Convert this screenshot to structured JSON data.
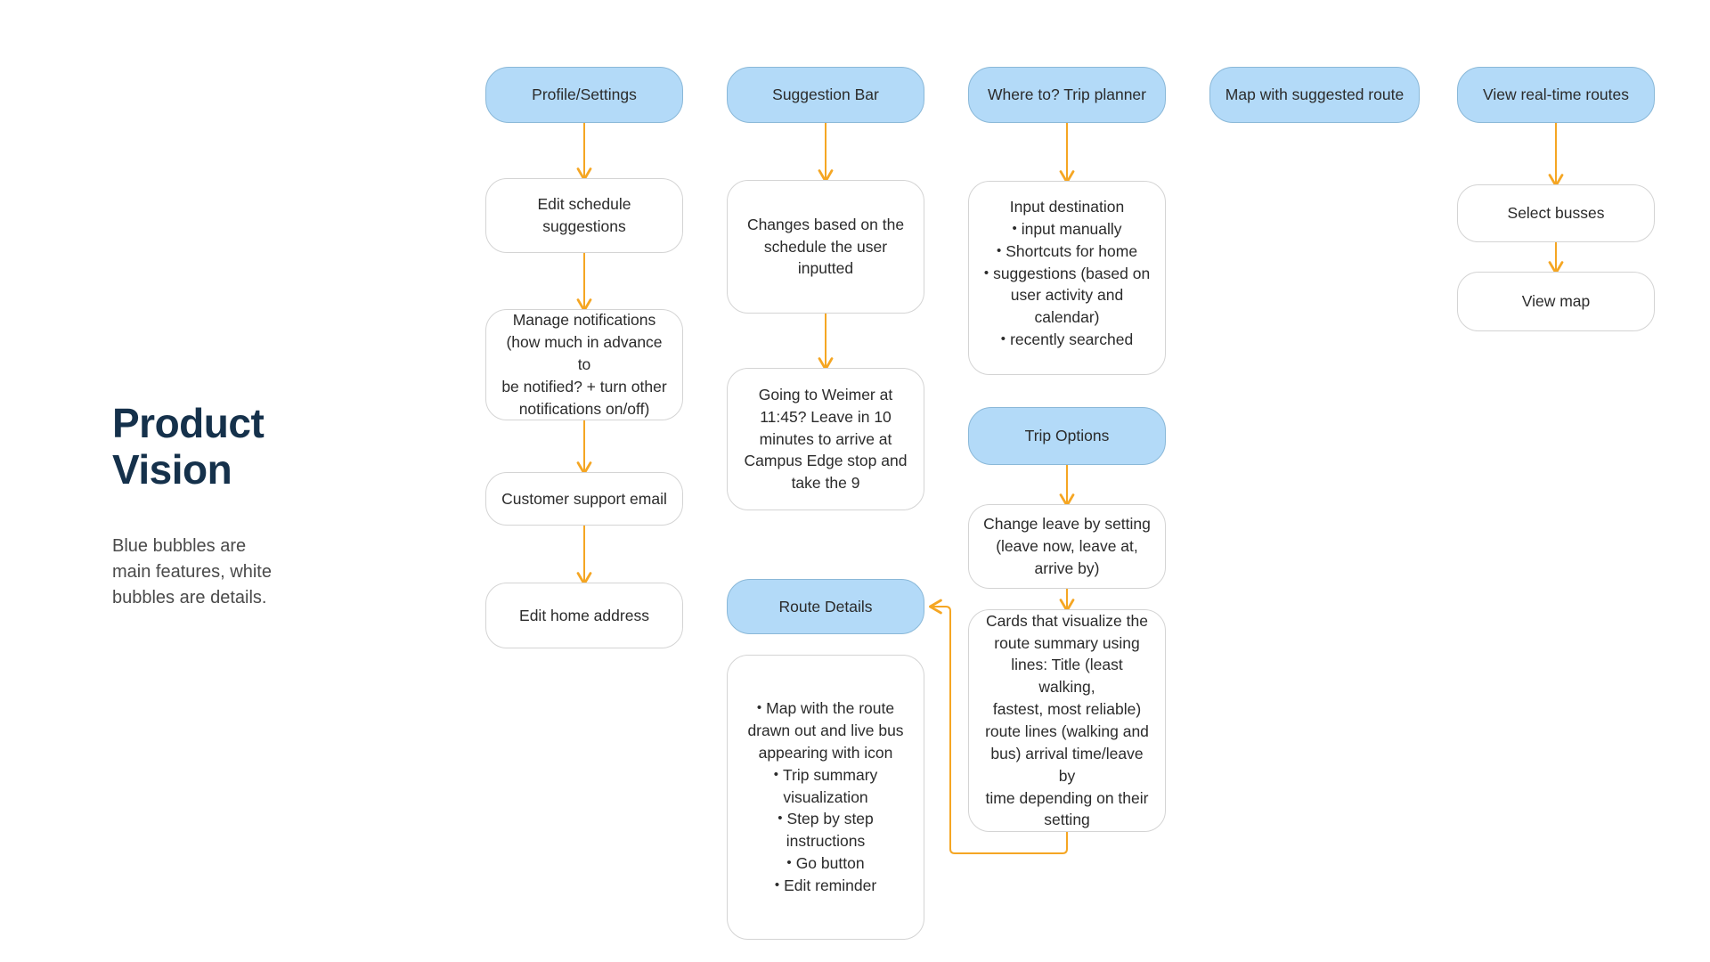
{
  "page": {
    "title": "Product\nVision",
    "subtitle": "Blue bubbles are\nmain features, white\nbubbles are details."
  },
  "legend": {
    "blue_meaning": "main features",
    "white_meaning": "details"
  },
  "colors": {
    "blue_fill": "#b3daf8",
    "blue_border": "#8ab8d8",
    "white_fill": "#ffffff",
    "white_border": "#d4d4d4",
    "arrow": "#f5a623",
    "title_text": "#15314b",
    "body_text": "#2b2b2b",
    "subtitle_text": "#4a4a4a",
    "background": "#ffffff"
  },
  "columns": [
    {
      "id": "profile-settings",
      "head": "Profile/Settings",
      "nodes": [
        "Edit schedule\nsuggestions",
        "Manage notifications\n(how much in advance to\nbe notified? + turn other\nnotifications on/off)",
        "Customer support email",
        "Edit home address"
      ]
    },
    {
      "id": "suggestion-bar",
      "head": "Suggestion Bar",
      "nodes": [
        "Changes based on the\nschedule the user\ninputted",
        "Going to Weimer at\n11:45? Leave in 10\nminutes to arrive at\nCampus Edge stop and\ntake the 9"
      ]
    },
    {
      "id": "trip-planner",
      "head": "Where to? Trip planner",
      "nodes": []
    },
    {
      "id": "map-suggested-route",
      "head": "Map with suggested route",
      "nodes": []
    },
    {
      "id": "real-time-routes",
      "head": "View real-time routes",
      "nodes": [
        "Select busses",
        "View map"
      ]
    }
  ],
  "nodes": {
    "profile_settings": "Profile/Settings",
    "edit_schedule": "Edit schedule\nsuggestions",
    "manage_notifications": "Manage notifications\n(how much in advance to\nbe notified? + turn other\nnotifications on/off)",
    "customer_support": "Customer support email",
    "edit_home_address": "Edit home address",
    "suggestion_bar": "Suggestion Bar",
    "changes_based": "Changes based on the\nschedule the user\ninputted",
    "going_to_weimer": "Going to Weimer at\n11:45? Leave in 10\nminutes to arrive at\nCampus Edge stop and\ntake the 9",
    "route_details": "Route Details",
    "route_details_bullets": [
      "Map with the route drawn out and live bus appearing with icon",
      "Trip summary visualization",
      "Step by step instructions",
      "Go button",
      "Edit reminder"
    ],
    "trip_planner": "Where to? Trip planner",
    "input_destination_lead": "Input destination",
    "input_destination_bullets": [
      "input manually",
      "Shortcuts for home",
      "suggestions (based on user activity and calendar)",
      "recently searched"
    ],
    "trip_options": "Trip Options",
    "change_leave_by": "Change leave by setting\n(leave now, leave at,\narrive by)",
    "cards_visualize": "Cards that visualize the\nroute summary using\nlines: Title (least walking,\nfastest, most reliable)\nroute lines (walking and\nbus) arrival time/leave by\ntime depending on their\nsetting",
    "map_suggested_route": "Map with suggested route",
    "view_real_time_routes": "View real-time routes",
    "select_busses": "Select busses",
    "view_map": "View map"
  },
  "connections": [
    {
      "from": "Profile/Settings",
      "to": "Edit schedule suggestions"
    },
    {
      "from": "Edit schedule suggestions",
      "to": "Manage notifications"
    },
    {
      "from": "Manage notifications",
      "to": "Customer support email"
    },
    {
      "from": "Customer support email",
      "to": "Edit home address"
    },
    {
      "from": "Suggestion Bar",
      "to": "Changes based on the schedule the user inputted"
    },
    {
      "from": "Changes based on the schedule the user inputted",
      "to": "Going to Weimer at 11:45?"
    },
    {
      "from": "Where to? Trip planner",
      "to": "Input destination"
    },
    {
      "from": "Trip Options",
      "to": "Change leave by setting"
    },
    {
      "from": "Change leave by setting",
      "to": "Cards that visualize the route summary"
    },
    {
      "from": "Cards that visualize the route summary",
      "to": "Route Details"
    },
    {
      "from": "View real-time routes",
      "to": "Select busses"
    },
    {
      "from": "Select busses",
      "to": "View map"
    }
  ]
}
